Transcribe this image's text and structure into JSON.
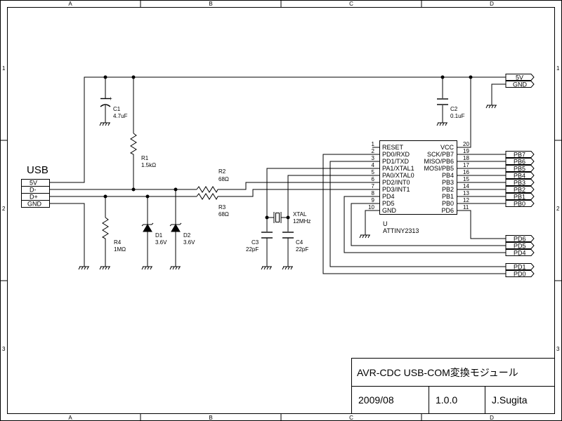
{
  "frame": {
    "columns": [
      "A",
      "B",
      "C",
      "D"
    ],
    "rows": [
      "1",
      "2",
      "3"
    ]
  },
  "usb": {
    "title": "USB",
    "pins": [
      "5V",
      "D-",
      "D+",
      "GND"
    ]
  },
  "power_ports": [
    "5V",
    "GND"
  ],
  "components": {
    "c1": {
      "ref": "C1",
      "value": "4.7uF"
    },
    "c2": {
      "ref": "C2",
      "value": "0.1uF"
    },
    "r1": {
      "ref": "R1",
      "value": "1.5kΩ"
    },
    "r2": {
      "ref": "R2",
      "value": "68Ω"
    },
    "r3": {
      "ref": "R3",
      "value": "68Ω"
    },
    "r4": {
      "ref": "R4",
      "value": "1MΩ"
    },
    "d1": {
      "ref": "D1",
      "value": "3.6V"
    },
    "d2": {
      "ref": "D2",
      "value": "3.6V"
    },
    "c3": {
      "ref": "C3",
      "value": "22pF"
    },
    "c4": {
      "ref": "C4",
      "value": "22pF"
    },
    "xtal": {
      "ref": "XTAL",
      "value": "12MHz"
    }
  },
  "ic": {
    "ref": "U",
    "part": "ATTINY2313",
    "left_pins": [
      {
        "num": "1",
        "name": "RESET"
      },
      {
        "num": "2",
        "name": "PD0/RXD"
      },
      {
        "num": "3",
        "name": "PD1/TXD"
      },
      {
        "num": "4",
        "name": "PA1/XTAL1"
      },
      {
        "num": "5",
        "name": "PA0/XTAL0"
      },
      {
        "num": "6",
        "name": "PD2/INT0"
      },
      {
        "num": "7",
        "name": "PD3/INT1"
      },
      {
        "num": "8",
        "name": "PD4"
      },
      {
        "num": "9",
        "name": "PD5"
      },
      {
        "num": "10",
        "name": "GND"
      }
    ],
    "right_pins": [
      {
        "num": "20",
        "name": "VCC"
      },
      {
        "num": "19",
        "name": "SCK/PB7"
      },
      {
        "num": "18",
        "name": "MISO/PB6"
      },
      {
        "num": "17",
        "name": "MOSI/PB5"
      },
      {
        "num": "16",
        "name": "PB4"
      },
      {
        "num": "15",
        "name": "PB3"
      },
      {
        "num": "14",
        "name": "PB2"
      },
      {
        "num": "13",
        "name": "PB1"
      },
      {
        "num": "12",
        "name": "PB0"
      },
      {
        "num": "11",
        "name": "PD6"
      }
    ]
  },
  "port_labels": {
    "pb": [
      "PB7",
      "PB6",
      "PB5",
      "PB4",
      "PB3",
      "PB2",
      "PB1",
      "PB0"
    ],
    "pd_upper": [
      "PD6",
      "PD5",
      "PD4"
    ],
    "pd_lower": [
      "PD1",
      "PD0"
    ]
  },
  "title_block": {
    "title": "AVR-CDC USB-COM変換モジュール",
    "date": "2009/08",
    "version": "1.0.0",
    "author": "J.Sugita"
  }
}
